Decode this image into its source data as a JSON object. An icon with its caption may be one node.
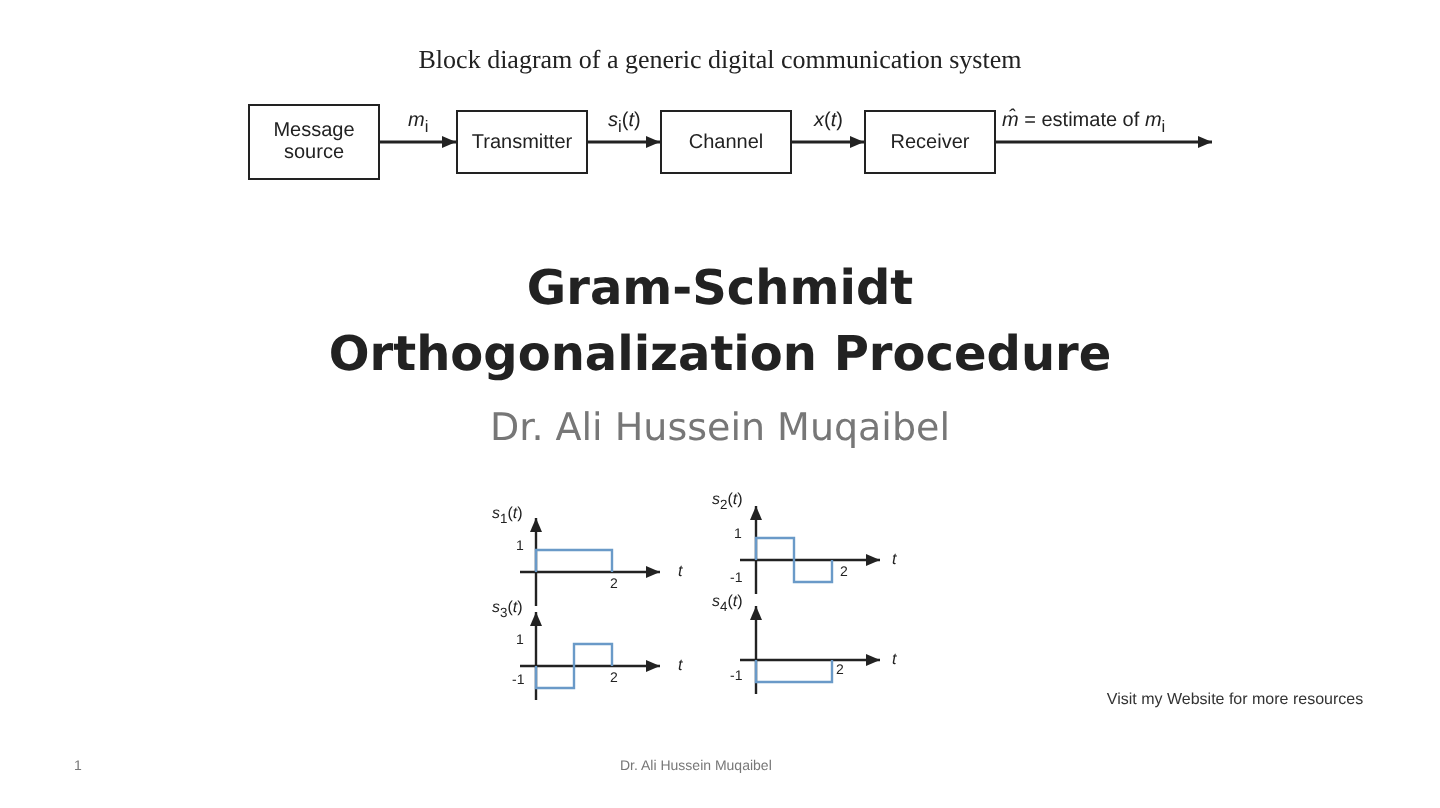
{
  "diagram": {
    "title": "Block diagram of a generic digital communication system",
    "nodes": [
      {
        "text": [
          "Message source"
        ]
      },
      {
        "text": [
          "Transmitter"
        ]
      },
      {
        "text": [
          "Channel"
        ]
      },
      {
        "text": [
          "Receiver"
        ]
      }
    ],
    "edges": [
      {
        "from": 0,
        "to": 1,
        "arrow": "to",
        "label": "*m*$_{i}$"
      },
      {
        "from": 1,
        "to": 2,
        "arrow": "to",
        "label": "*s*$_{i}$(*t*)"
      },
      {
        "from": 2,
        "to": 3,
        "arrow": "to",
        "label": "*x*(*t*)"
      },
      {
        "from": 3,
        "to": null,
        "arrow": "to",
        "label": "*m̂* = estimate of *m*$_{i}$"
      }
    ],
    "labels": [
      "Gram-Schmidt Orthogonalization Procedure",
      "Dr. Ali Hussein Muqaibel",
      "*s*$_{1}$(*t*)",
      "1",
      "2",
      "*t*",
      "*s*$_{2}$(*t*)",
      "1",
      "-1",
      "2",
      "*t*",
      "*s*$_{3}$(*t*)",
      "1",
      "-1",
      "2",
      "*t*",
      "*s*$_{4}$(*t*)",
      "-1",
      "2",
      "*t*",
      "Visit my Website for more resources",
      "1",
      "Dr. Ali Hussein Muqaibel"
    ]
  }
}
